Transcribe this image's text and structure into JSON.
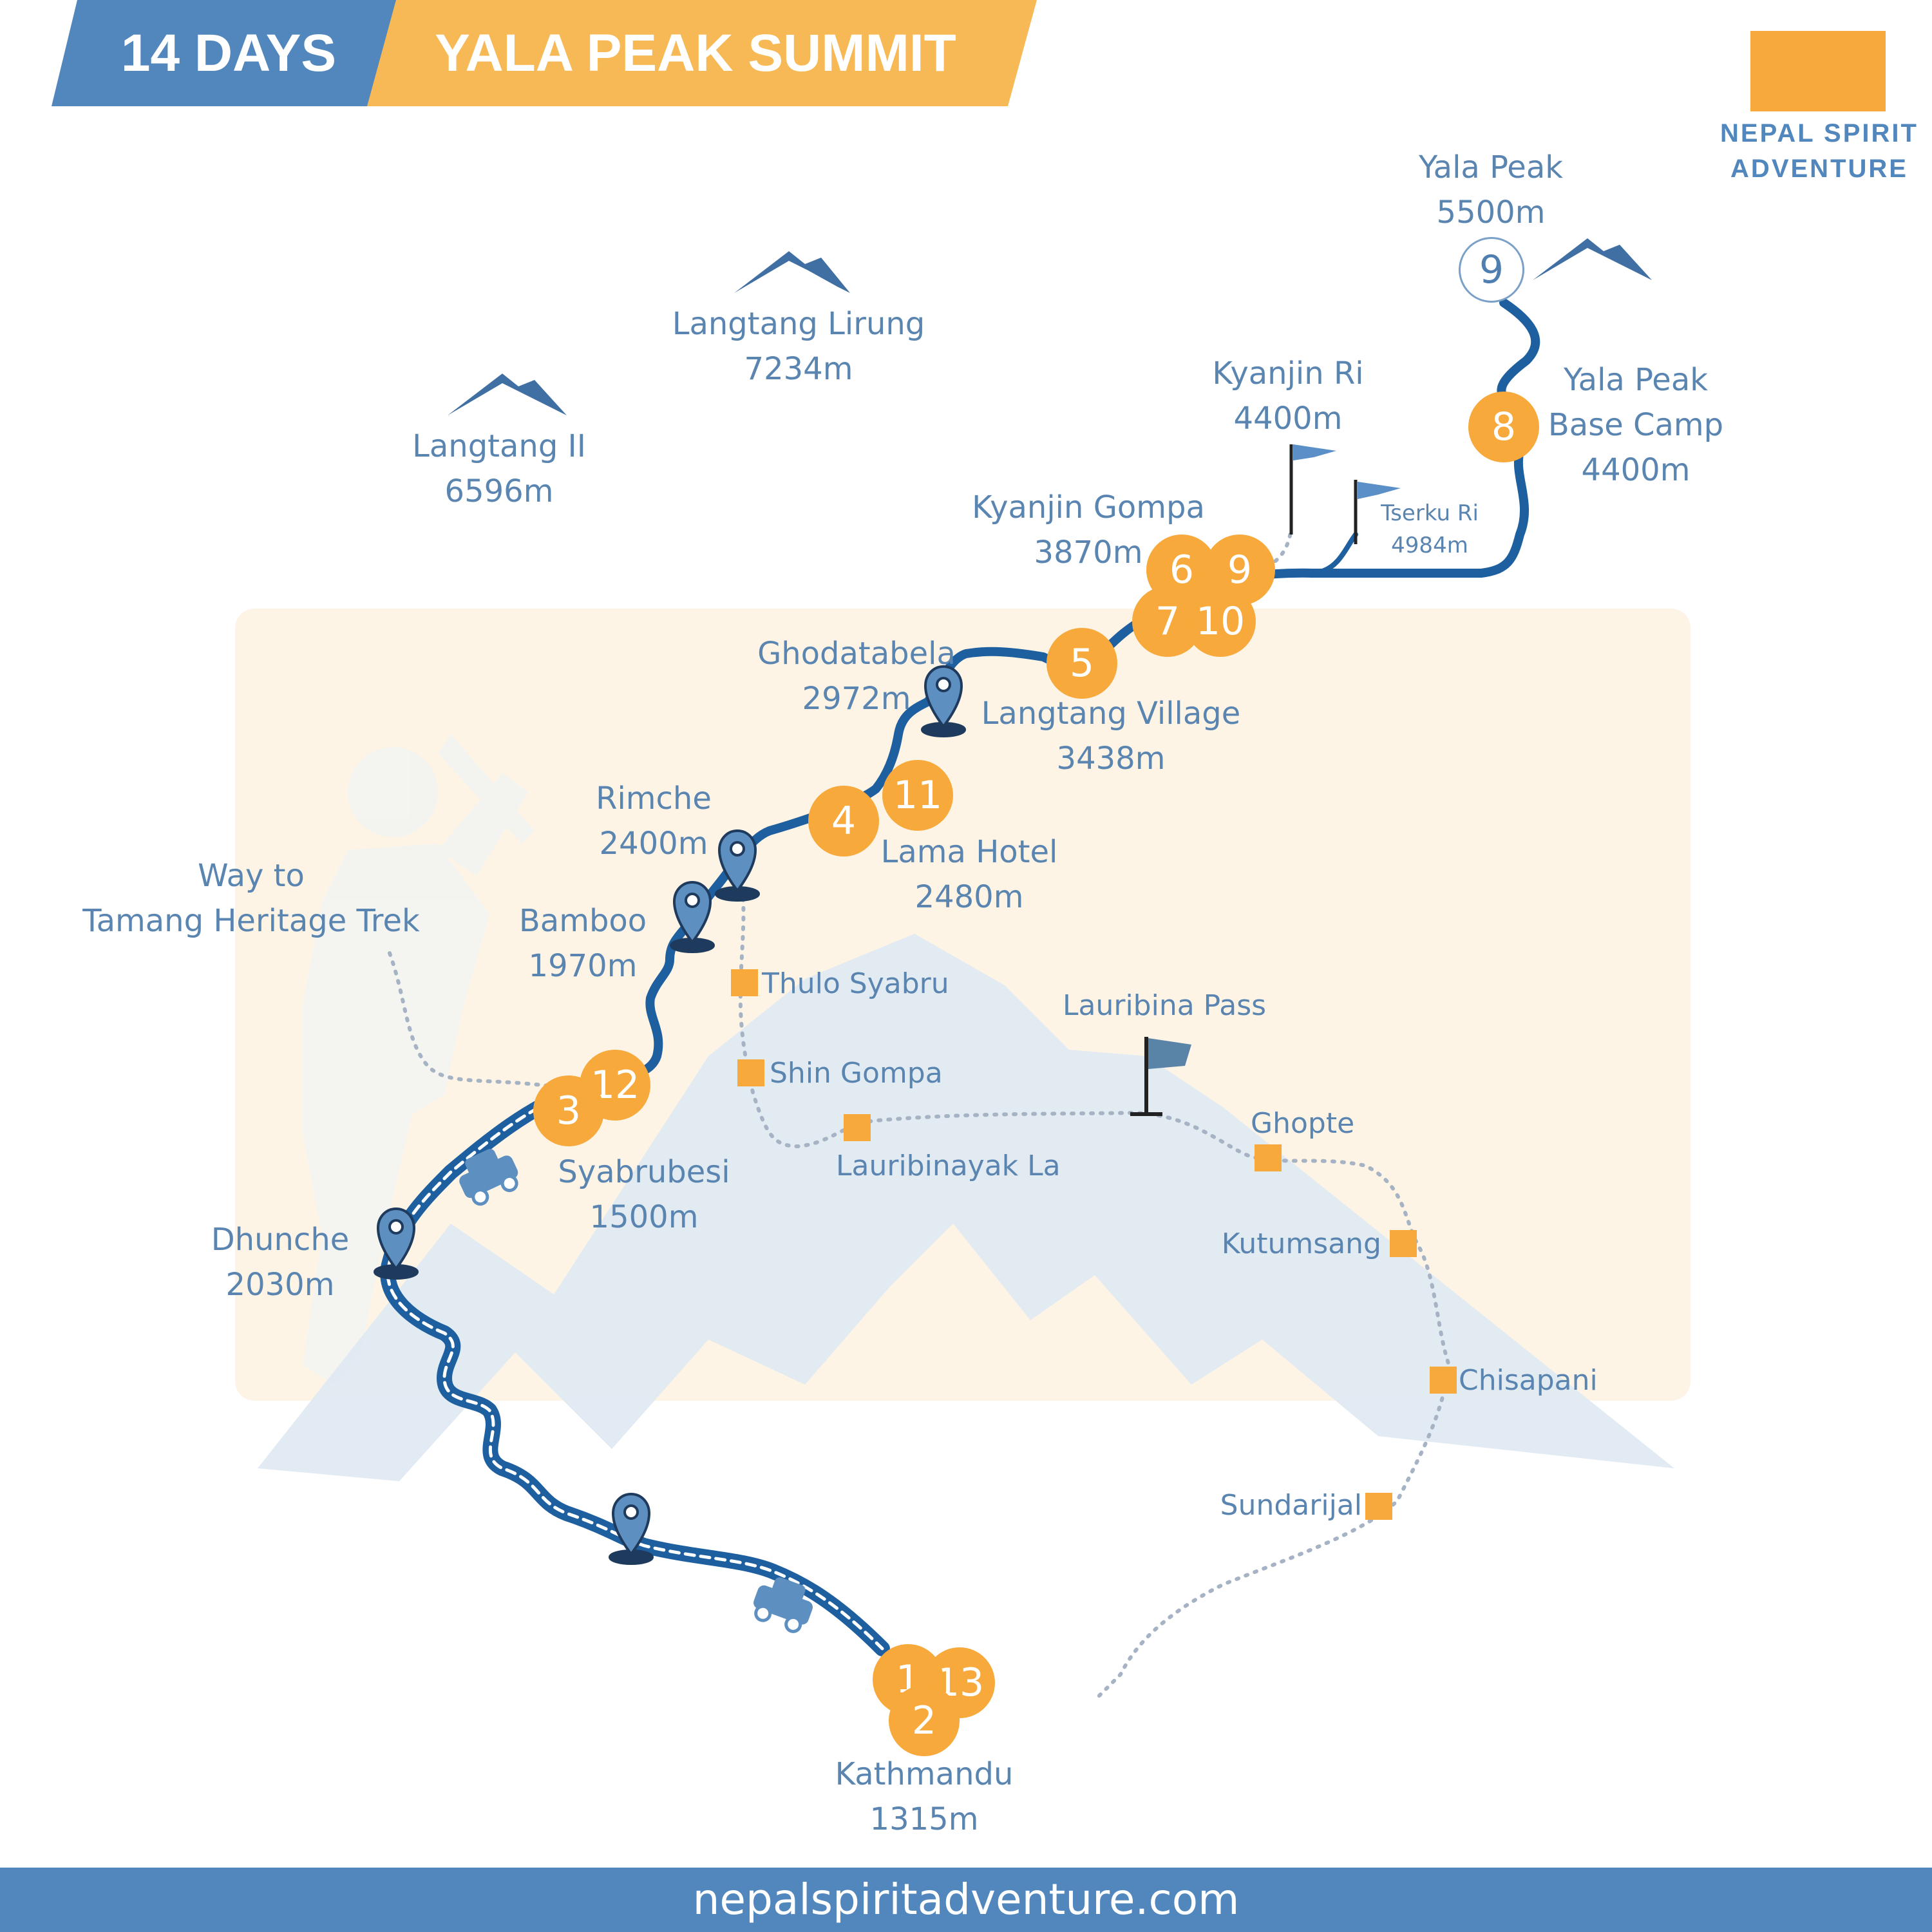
{
  "header": {
    "days": "14 DAYS",
    "title": "YALA PEAK SUMMIT"
  },
  "logo": {
    "line1": "NEPAL SPIRIT",
    "line2": "ADVENTURE"
  },
  "footer": {
    "url": "nepalspiritadventure.com"
  },
  "peaks": {
    "yala_peak": {
      "name": "Yala Peak",
      "alt": "5500m",
      "day": "9"
    },
    "langtang_lirung": {
      "name": "Langtang Lirung",
      "alt": "7234m"
    },
    "langtang_ii": {
      "name": "Langtang II",
      "alt": "6596m"
    },
    "kyanjin_ri": {
      "name": "Kyanjin Ri",
      "alt": "4400m"
    },
    "tserku_ri": {
      "name": "Tserku Ri",
      "alt": "4984m"
    }
  },
  "places": {
    "yala_base_camp": {
      "line1": "Yala Peak",
      "line2": "Base Camp",
      "alt": "4400m"
    },
    "kyanjin_gompa": {
      "name": "Kyanjin Gompa",
      "alt": "3870m"
    },
    "ghodatabela": {
      "name": "Ghodatabela",
      "alt": "2972m"
    },
    "langtang_village": {
      "name": "Langtang Village",
      "alt": "3438m"
    },
    "rimche": {
      "name": "Rimche",
      "alt": "2400m"
    },
    "lama_hotel": {
      "name": "Lama Hotel",
      "alt": "2480m"
    },
    "bamboo": {
      "name": "Bamboo",
      "alt": "1970m"
    },
    "tamang": {
      "line1": "Way to",
      "line2": "Tamang Heritage Trek"
    },
    "syabrubesi": {
      "name": "Syabrubesi",
      "alt": "1500m"
    },
    "dhunche": {
      "name": "Dhunche",
      "alt": "2030m"
    },
    "kathmandu": {
      "name": "Kathmandu",
      "alt": "1315m"
    }
  },
  "alt_route": {
    "thulo_syabru": "Thulo Syabru",
    "shin_gompa": "Shin Gompa",
    "lauribinayak_la": "Lauribinayak La",
    "lauribina_pass": "Lauribina Pass",
    "ghopte": "Ghopte",
    "kutumsang": "Kutumsang",
    "chisapani": "Chisapani",
    "sundarijal": "Sundarijal"
  },
  "days": {
    "d1": "1",
    "d2": "2",
    "d3": "3",
    "d4": "4",
    "d5": "5",
    "d6": "6",
    "d7": "7",
    "d8": "8",
    "d9": "9",
    "d10": "10",
    "d11": "11",
    "d12": "12",
    "d13": "13"
  },
  "colors": {
    "route": "#1e5fa0",
    "label": "#5a85b0",
    "day_marker": "#f7a93b",
    "banner_blue": "#5287be",
    "banner_orange": "#f7b955"
  },
  "icons": [
    "mountain-icon",
    "flag-icon",
    "map-pin-icon",
    "car-icon",
    "climber-silhouette"
  ]
}
